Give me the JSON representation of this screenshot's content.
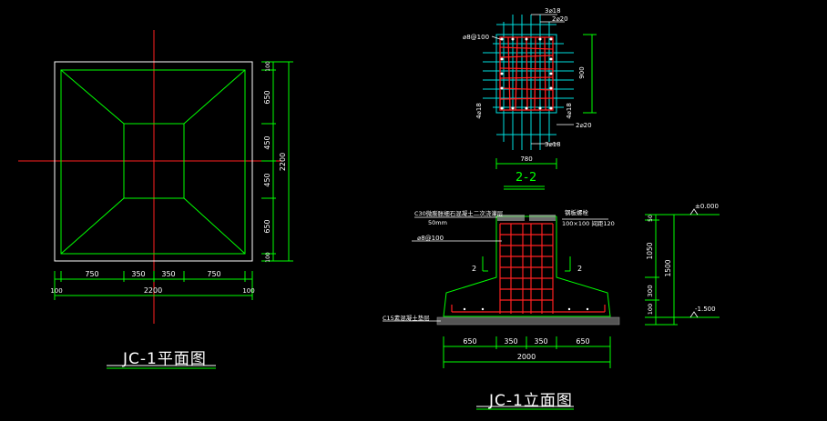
{
  "titles": {
    "plan": "JC-1平面图",
    "elevation": "JC-1立面图",
    "section": "2-2"
  },
  "plan": {
    "bottom_dims": [
      "750",
      "350",
      "350",
      "750"
    ],
    "bottom_edges": [
      "100",
      "100"
    ],
    "bottom_total": "2200",
    "right_dims": [
      "100",
      "650",
      "450",
      "450",
      "650",
      "100"
    ],
    "right_total": "2200"
  },
  "section": {
    "top_bar": "3⌀18",
    "top_bar2": "2⌀20",
    "stirrup": "⌀8@100",
    "left_bar": "4⌀18",
    "right_bar": "4⌀18",
    "bottom_bar2": "2⌀20",
    "bottom_bar": "3⌀18",
    "height_dim": "900",
    "width_dim": "780"
  },
  "elevation": {
    "note_top": "C30微膨胀细石混凝土二次浇灌层",
    "note_top2": "50mm",
    "note_right": "钢板螺栓",
    "note_right2": "100×100 间距120",
    "stirrup": "⌀8@100",
    "cut_left": "2",
    "cut_right": "2",
    "bed": "C15素混凝土垫层",
    "bottom_dims": [
      "650",
      "350",
      "350",
      "650"
    ],
    "bottom_total": "2000",
    "level_top": "±0.000",
    "level_bot": "-1.500",
    "right_dims": [
      "50",
      "1050",
      "300",
      "100"
    ],
    "right_total": "1500"
  }
}
